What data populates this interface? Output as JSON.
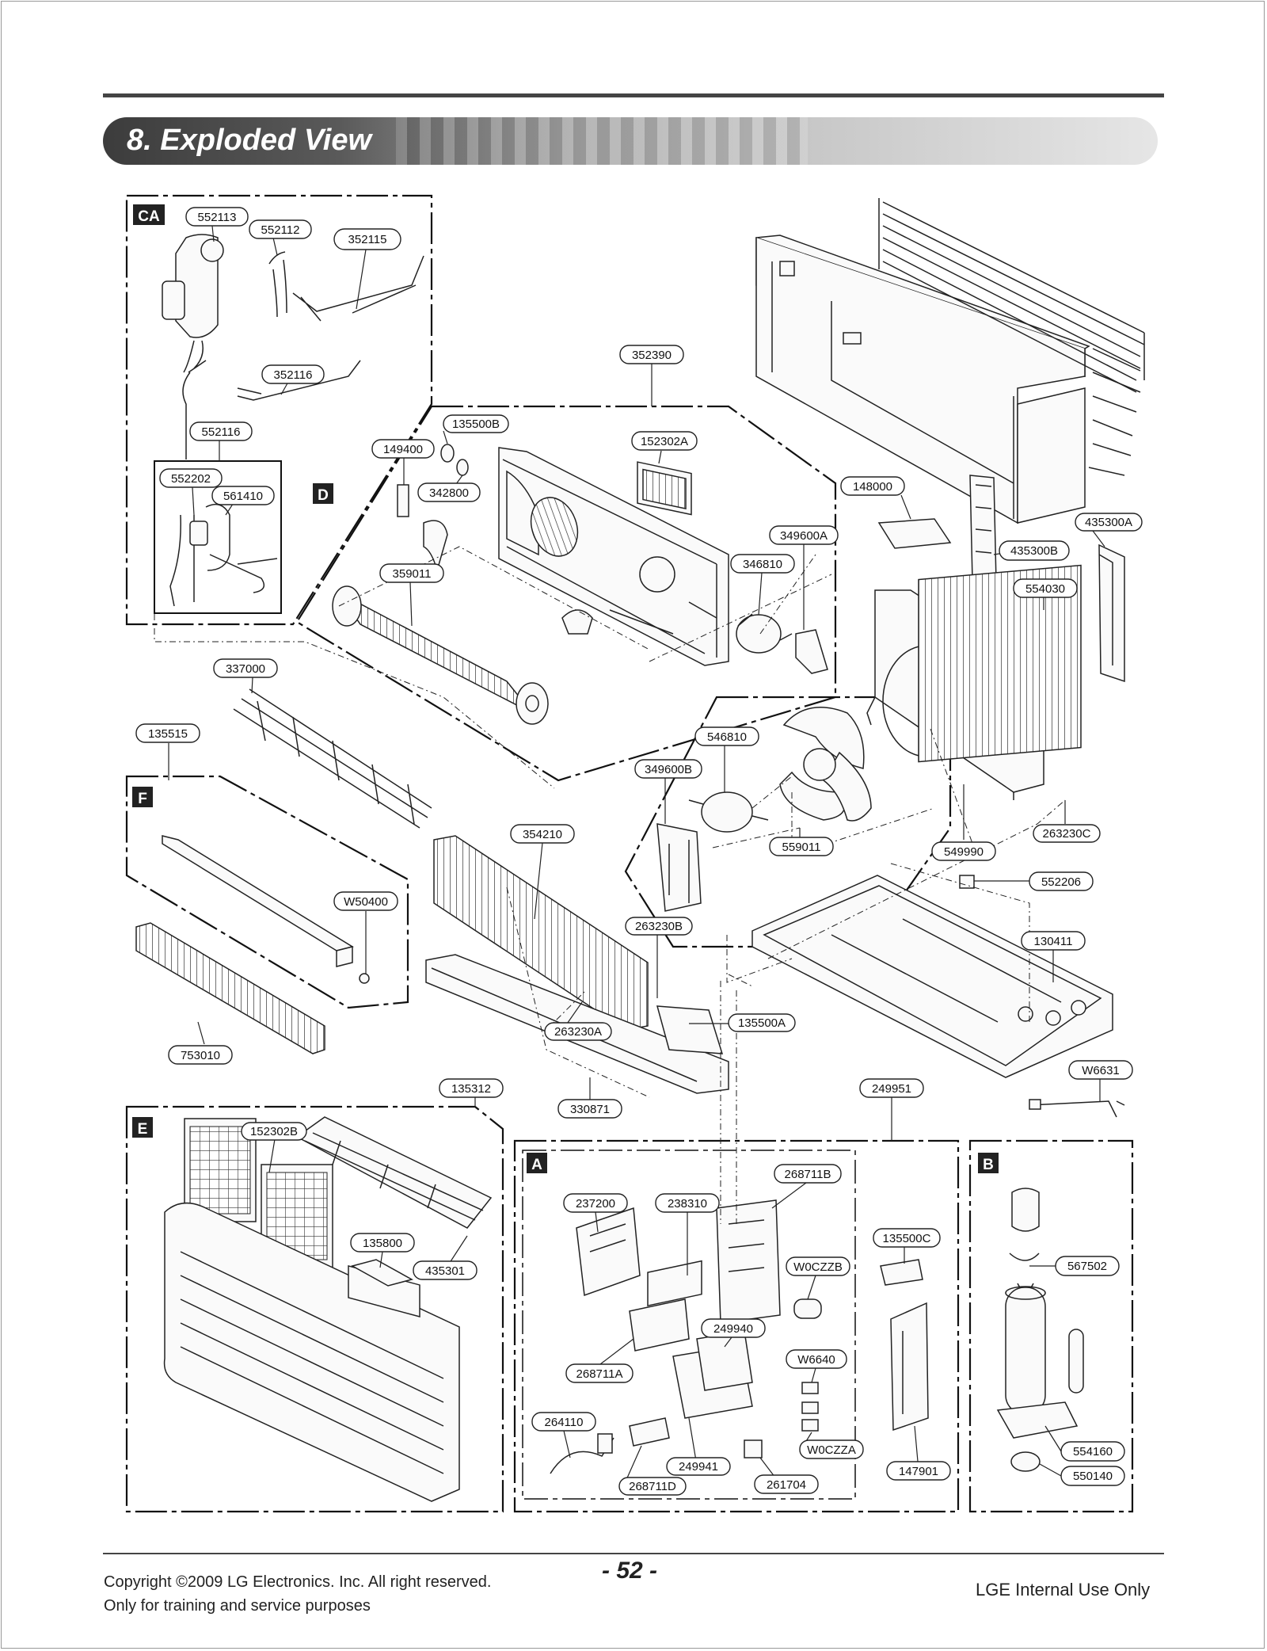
{
  "header": {
    "title": "8. Exploded View"
  },
  "footer": {
    "copyright_line1": "Copyright ©2009 LG Electronics. Inc. All right reserved.",
    "copyright_line2": "Only for training and service purposes",
    "page_number": "- 52 -",
    "internal": "LGE Internal Use Only"
  },
  "groups": {
    "CA": "CA",
    "D": "D",
    "F": "F",
    "E": "E",
    "A": "A",
    "B": "B"
  },
  "parts": {
    "p552113": "552113",
    "p552112": "552112",
    "p352115": "352115",
    "p352116": "352116",
    "p552116": "552116",
    "p552202": "552202",
    "p561410": "561410",
    "p352390": "352390",
    "p135500B": "135500B",
    "p149400": "149400",
    "p342800": "342800",
    "p152302A": "152302A",
    "p148000": "148000",
    "p349600A": "349600A",
    "p435300A": "435300A",
    "p435300B": "435300B",
    "p554030": "554030",
    "p346810": "346810",
    "p359011": "359011",
    "p337000": "337000",
    "p135515": "135515",
    "p546810": "546810",
    "p349600B": "349600B",
    "p354210": "354210",
    "p559011": "559011",
    "p549990": "549990",
    "p263230C": "263230C",
    "p552206": "552206",
    "pW50400": "W50400",
    "p263230B": "263230B",
    "p130411": "130411",
    "p263230A": "263230A",
    "p135500A": "135500A",
    "p753010": "753010",
    "p135312": "135312",
    "p330871": "330871",
    "p249951": "249951",
    "pW6631": "W6631",
    "p152302B": "152302B",
    "p135800": "135800",
    "p435301": "435301",
    "p268711B": "268711B",
    "p237200": "237200",
    "p238310": "238310",
    "p135500C": "135500C",
    "pW0CZZB": "W0CZZB",
    "p567502": "567502",
    "p249940": "249940",
    "pW6640": "W6640",
    "p268711A": "268711A",
    "p264110": "264110",
    "pW0CZZA": "W0CZZA",
    "p249941": "249941",
    "p268711D": "268711D",
    "p261704": "261704",
    "p147901": "147901",
    "p554160": "554160",
    "p550140": "550140"
  }
}
